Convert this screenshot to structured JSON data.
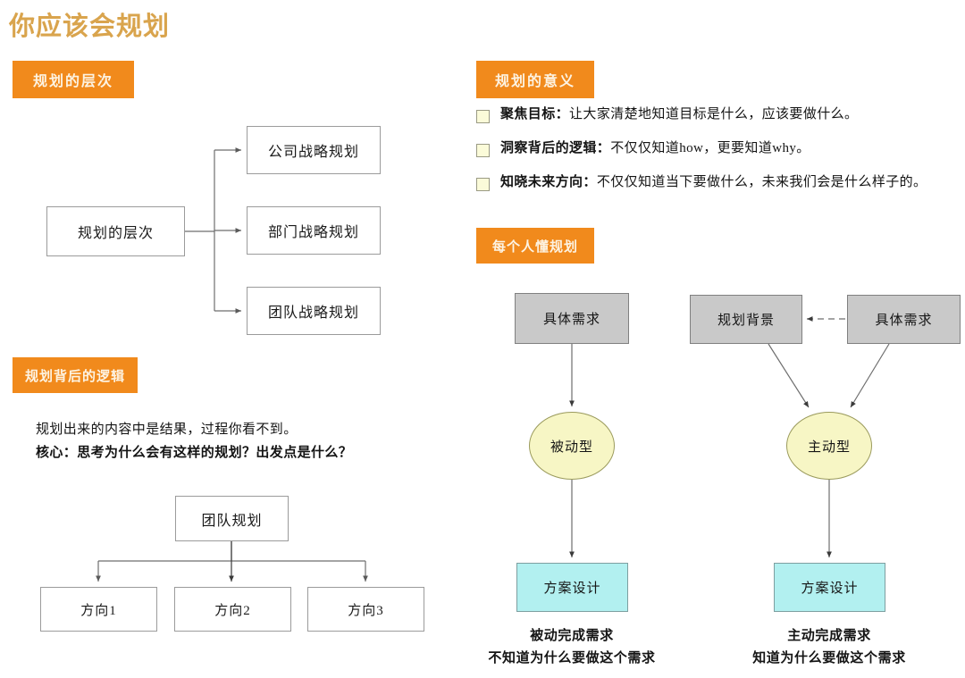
{
  "page": {
    "title": "你应该会规划",
    "title_color": "#d9a44d",
    "accent_color": "#f18a1c",
    "background": "#ffffff"
  },
  "sections": {
    "levels": {
      "badge": "规划的层次",
      "root": "规划的层次",
      "children": [
        "公司战略规划",
        "部门战略规划",
        "团队战略规划"
      ]
    },
    "logic": {
      "badge": "规划背后的逻辑",
      "line1": "规划出来的内容中是结果，过程你看不到。",
      "line2_label": "核心：",
      "line2_rest": "思考为什么会有这样的规划？出发点是什么？",
      "root": "团队规划",
      "children": [
        "方向1",
        "方向2",
        "方向3"
      ]
    },
    "meaning": {
      "badge": "规划的意义",
      "items": [
        {
          "label": "聚焦目标：",
          "text": "让大家清楚地知道目标是什么，应该要做什么。"
        },
        {
          "label": "洞察背后的逻辑：",
          "text": "不仅仅知道how，更要知道why。"
        },
        {
          "label": "知晓未来方向：",
          "text": "不仅仅知道当下要做什么，未来我们会是什么样子的。"
        }
      ],
      "checkbox_color": "#fbfbd9"
    },
    "everyone": {
      "badge": "每个人懂规划",
      "passive": {
        "input": "具体需求",
        "type": "被动型",
        "output": "方案设计",
        "caption_line1": "被动完成需求",
        "caption_line2": "不知道为什么要做这个需求"
      },
      "active": {
        "input_left": "规划背景",
        "input_right": "具体需求",
        "type": "主动型",
        "output": "方案设计",
        "caption_line1": "主动完成需求",
        "caption_line2": "知道为什么要做这个需求"
      },
      "shape_colors": {
        "input_box": "#c9c9c9",
        "type_ellipse": "#f7f6c5",
        "output_box": "#b2f0f0"
      }
    }
  }
}
